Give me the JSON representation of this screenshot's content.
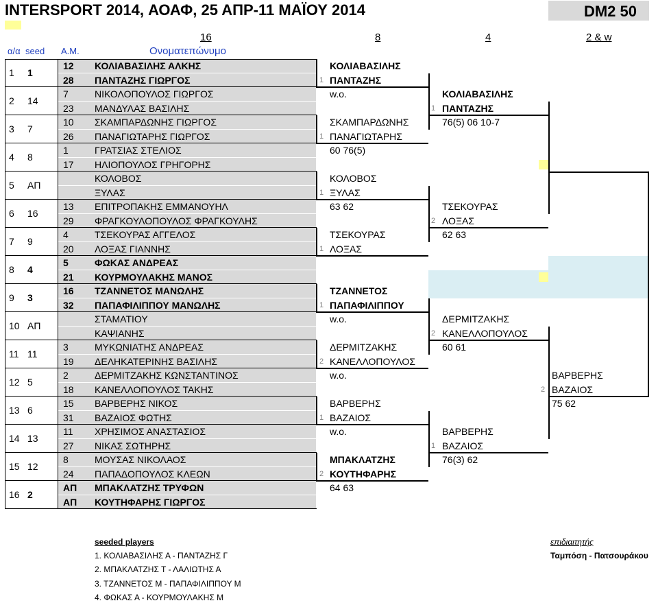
{
  "header": {
    "title": "INTERSPORT 2014, ΑΟΑΦ, 25 ΑΠΡ-11 ΜΑΪΟΥ 2014",
    "code": "DM2 50"
  },
  "rounds": [
    "16",
    "8",
    "4",
    "2 & w"
  ],
  "columns": {
    "pos": "α/α",
    "seed": "seed",
    "am": "Α.Μ.",
    "name": "Ονοματεπώνυμο"
  },
  "pairs": [
    {
      "pos": "1",
      "seed": "1",
      "bold": true,
      "a": {
        "am": "12",
        "name": "ΚΟΛΙΑΒΑΣΙΛΗΣ ΑΛΚΗΣ"
      },
      "b": {
        "am": "28",
        "name": "ΠΑΝΤΑΖΗΣ ΓΙΩΡΓΟΣ"
      }
    },
    {
      "pos": "2",
      "seed": "14",
      "bold": false,
      "a": {
        "am": "7",
        "name": "ΝΙΚΟΛΟΠΟΥΛΟΣ ΓΙΩΡΓΟΣ"
      },
      "b": {
        "am": "23",
        "name": "ΜΑΝΔΥΛΑΣ ΒΑΣΙΛΗΣ"
      }
    },
    {
      "pos": "3",
      "seed": "7",
      "bold": false,
      "a": {
        "am": "10",
        "name": "ΣΚΑΜΠΑΡΔΩΝΗΣ ΓΙΩΡΓΟΣ"
      },
      "b": {
        "am": "26",
        "name": "ΠΑΝΑΓΙΩΤΑΡΗΣ ΓΙΩΡΓΟΣ"
      }
    },
    {
      "pos": "4",
      "seed": "8",
      "bold": false,
      "a": {
        "am": "1",
        "name": "ΓΡΑΤΣΙΑΣ ΣΤΕΛΙΟΣ"
      },
      "b": {
        "am": "17",
        "name": "ΗΛΙΟΠΟΥΛΟΣ ΓΡΗΓΟΡΗΣ"
      }
    },
    {
      "pos": "5",
      "seed": "ΑΠ",
      "bold": false,
      "a": {
        "am": "",
        "name": "ΚΟΛΟΒΟΣ"
      },
      "b": {
        "am": "",
        "name": "ΞΥΛΑΣ"
      }
    },
    {
      "pos": "6",
      "seed": "16",
      "bold": false,
      "a": {
        "am": "13",
        "name": "ΕΠΙΤΡΟΠΑΚΗΣ ΕΜΜΑΝΟΥΗΛ"
      },
      "b": {
        "am": "29",
        "name": "ΦΡΑΓΚΟΥΛΟΠΟΥΛΟΣ ΦΡΑΓΚΟΥΛΗΣ"
      }
    },
    {
      "pos": "7",
      "seed": "9",
      "bold": false,
      "a": {
        "am": "4",
        "name": "ΤΣΕΚΟΥΡΑΣ ΑΓΓΕΛΟΣ"
      },
      "b": {
        "am": "20",
        "name": "ΛΟΞΑΣ ΓΙΑΝΝΗΣ"
      }
    },
    {
      "pos": "8",
      "seed": "4",
      "bold": true,
      "a": {
        "am": "5",
        "name": "ΦΩΚΑΣ ΑΝΔΡΕΑΣ"
      },
      "b": {
        "am": "21",
        "name": "ΚΟΥΡΜΟΥΛΑΚΗΣ ΜΑΝΟΣ"
      }
    },
    {
      "pos": "9",
      "seed": "3",
      "bold": true,
      "a": {
        "am": "16",
        "name": "ΤΖΑΝΝΕΤΟΣ ΜΑΝΩΛΗΣ"
      },
      "b": {
        "am": "32",
        "name": "ΠΑΠΑΦΙΛΙΠΠΟΥ ΜΑΝΩΛΗΣ"
      }
    },
    {
      "pos": "10",
      "seed": "ΑΠ",
      "bold": false,
      "a": {
        "am": "",
        "name": "ΣΤΑΜΑΤΙΟΥ"
      },
      "b": {
        "am": "",
        "name": "ΚΑΨΙΑΝΗΣ"
      }
    },
    {
      "pos": "11",
      "seed": "11",
      "bold": false,
      "a": {
        "am": "3",
        "name": "ΜΥΚΩΝΙΑΤΗΣ ΑΝΔΡΕΑΣ"
      },
      "b": {
        "am": "19",
        "name": "ΔΕΛΗΚΑΤΕΡΙΝΗΣ ΒΑΣΙΛΗΣ"
      }
    },
    {
      "pos": "12",
      "seed": "5",
      "bold": false,
      "a": {
        "am": "2",
        "name": "ΔΕΡΜΙΤΖΑΚΗΣ ΚΩΝΣΤΑΝΤΙΝΟΣ"
      },
      "b": {
        "am": "18",
        "name": "ΚΑΝΕΛΛΟΠΟΥΛΟΣ ΤΑΚΗΣ"
      }
    },
    {
      "pos": "13",
      "seed": "6",
      "bold": false,
      "a": {
        "am": "15",
        "name": "ΒΑΡΒΕΡΗΣ ΝΙΚΟΣ"
      },
      "b": {
        "am": "31",
        "name": "ΒΑΖΑΙΟΣ ΦΩΤΗΣ"
      }
    },
    {
      "pos": "14",
      "seed": "13",
      "bold": false,
      "a": {
        "am": "11",
        "name": "ΧΡΗΣΙΜΟΣ ΑΝΑΣΤΑΣΙΟΣ"
      },
      "b": {
        "am": "27",
        "name": "ΝΙΚΑΣ ΣΩΤΗΡΗΣ"
      }
    },
    {
      "pos": "15",
      "seed": "12",
      "bold": false,
      "a": {
        "am": "8",
        "name": "ΜΟΥΣΑΣ ΝΙΚΟΛΑΟΣ"
      },
      "b": {
        "am": "24",
        "name": "ΠΑΠΑΔΟΠΟΥΛΟΣ ΚΛΕΩΝ"
      }
    },
    {
      "pos": "16",
      "seed": "2",
      "bold": true,
      "a": {
        "am": "ΑΠ",
        "name": "ΜΠΑΚΛΑΤΖΗΣ ΤΡΥΦΩΝ"
      },
      "b": {
        "am": "ΑΠ",
        "name": "ΚΟΥΤΗΦΑΡΗΣ ΓΙΩΡΓΟΣ"
      }
    }
  ],
  "r8": [
    {
      "top": "ΚΟΛΙΑΒΑΣΙΛΗΣ",
      "bottom": "ΠΑΝΤΑΖΗΣ",
      "flag": "1",
      "score": "w.o.",
      "bold": true
    },
    {
      "top": "ΣΚΑΜΠΑΡΔΩΝΗΣ",
      "bottom": "ΠΑΝΑΓΙΩΤΑΡΗΣ",
      "flag": "1",
      "score": "60 76(5)",
      "bold": false
    },
    {
      "top": "ΚΟΛΟΒΟΣ",
      "bottom": "ΞΥΛΑΣ",
      "flag": "1",
      "score": "63 62",
      "bold": false
    },
    {
      "top": "ΤΣΕΚΟΥΡΑΣ",
      "bottom": "ΛΟΞΑΣ",
      "flag": "1",
      "score": "",
      "bold": false
    },
    {
      "top": "ΤΖΑΝΝΕΤΟΣ",
      "bottom": "ΠΑΠΑΦΙΛΙΠΠΟΥ",
      "flag": "1",
      "score": "w.o.",
      "bold": true
    },
    {
      "top": "ΔΕΡΜΙΤΖΑΚΗΣ",
      "bottom": "ΚΑΝΕΛΛΟΠΟΥΛΟΣ",
      "flag": "2",
      "score": "w.o.",
      "bold": false
    },
    {
      "top": "ΒΑΡΒΕΡΗΣ",
      "bottom": "ΒΑΖΑΙΟΣ",
      "flag": "1",
      "score": "w.o.",
      "bold": false
    },
    {
      "top": "ΜΠΑΚΛΑΤΖΗΣ",
      "bottom": "ΚΟΥΤΗΦΑΡΗΣ",
      "flag": "2",
      "score": "64 63",
      "bold": true
    }
  ],
  "r4": [
    {
      "top": "ΚΟΛΙΑΒΑΣΙΛΗΣ",
      "bottom": "ΠΑΝΤΑΖΗΣ",
      "flag": "1",
      "score": "76(5) 06 10-7",
      "bold": true
    },
    {
      "top": "ΤΣΕΚΟΥΡΑΣ",
      "bottom": "ΛΟΞΑΣ",
      "flag": "2",
      "score": "62 63",
      "bold": false
    },
    {
      "top": "ΔΕΡΜΙΤΖΑΚΗΣ",
      "bottom": "ΚΑΝΕΛΛΟΠΟΥΛΟΣ",
      "flag": "2",
      "score": "60 61",
      "bold": false
    },
    {
      "top": "ΒΑΡΒΕΡΗΣ",
      "bottom": "ΒΑΖΑΙΟΣ",
      "flag": "1",
      "score": "76(3) 62",
      "bold": false
    }
  ],
  "semi": [
    {
      "top": "ΒΑΡΒΕΡΗΣ",
      "bottom": "ΒΑΖΑΙΟΣ",
      "flag": "2",
      "score": "75 62"
    }
  ],
  "footer": {
    "seeded_title": "seeded players",
    "seeded": [
      "1. ΚΟΛΙΑΒΑΣΙΛΗΣ Α - ΠΑΝΤΑΖΗΣ Γ",
      "2. ΜΠΑΚΛΑΤΖΗΣ Τ - ΛΑΛΙΩΤΗΣ Α",
      "3. ΤΖΑΝΝΕΤΟΣ Μ - ΠΑΠΑΦΙΛΙΠΠΟΥ Μ",
      "4. ΦΩΚΑΣ Α - ΚΟΥΡΜΟΥΛΑΚΗΣ Μ"
    ],
    "referee_title": "επιδιαιτητής",
    "referee": "Ταμπόση - Πατσουράκου"
  },
  "colors": {
    "gray_band": "#d9d9d9",
    "blue_band": "#daeef3",
    "yellow": "#ffff99"
  }
}
